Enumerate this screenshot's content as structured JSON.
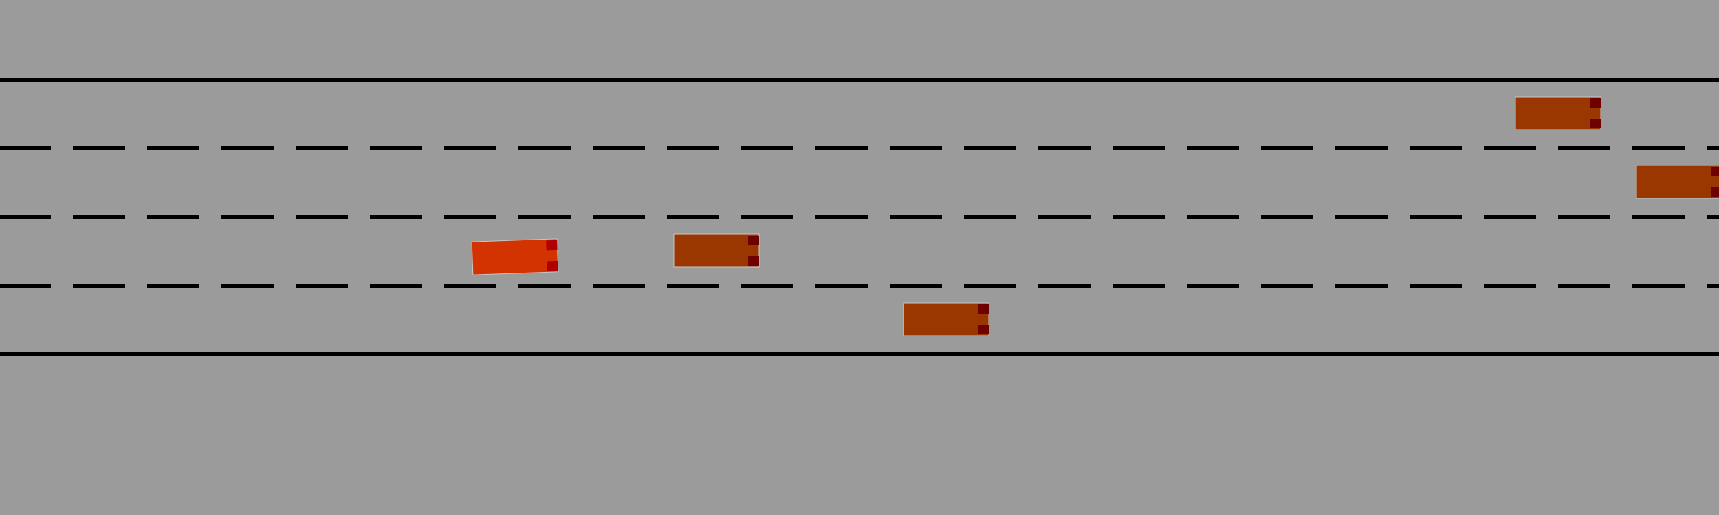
{
  "scene": {
    "name": "highway-driving-environment",
    "colors": {
      "background": "#9b9b9b",
      "road_line": "#000000",
      "ego_vehicle": "#d33300",
      "other_vehicle": "#9a3600",
      "ego_light": "#b00000",
      "other_light": "#6e0000",
      "vehicle_outline": "#c8c8c8"
    },
    "lanes": {
      "count": 4,
      "marking_style": [
        "solid",
        "dashed",
        "dashed",
        "dashed",
        "solid"
      ]
    },
    "vehicles": [
      {
        "id": "ego-vehicle",
        "role": "ego",
        "lane": 2,
        "direction": "right"
      },
      {
        "id": "vehicle-1",
        "role": "other",
        "lane": 2,
        "direction": "right"
      },
      {
        "id": "vehicle-2",
        "role": "other",
        "lane": 3,
        "direction": "right"
      },
      {
        "id": "vehicle-3",
        "role": "other",
        "lane": 0,
        "direction": "right"
      },
      {
        "id": "vehicle-4",
        "role": "other",
        "lane": 1,
        "direction": "right"
      }
    ]
  }
}
